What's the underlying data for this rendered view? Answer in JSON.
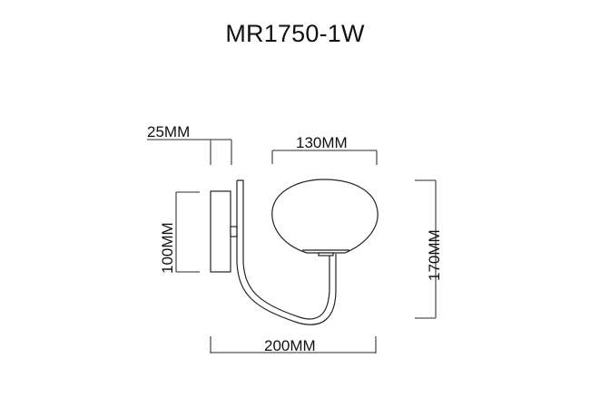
{
  "drawing": {
    "title": "MR1750-1W",
    "dimensions": {
      "depth_base": "25MM",
      "shade_width": "130MM",
      "base_height": "100MM",
      "total_height": "170MM",
      "total_width": "200MM"
    },
    "colors": {
      "line": "#222222",
      "dimension_line": "#555555",
      "background": "#ffffff"
    }
  }
}
